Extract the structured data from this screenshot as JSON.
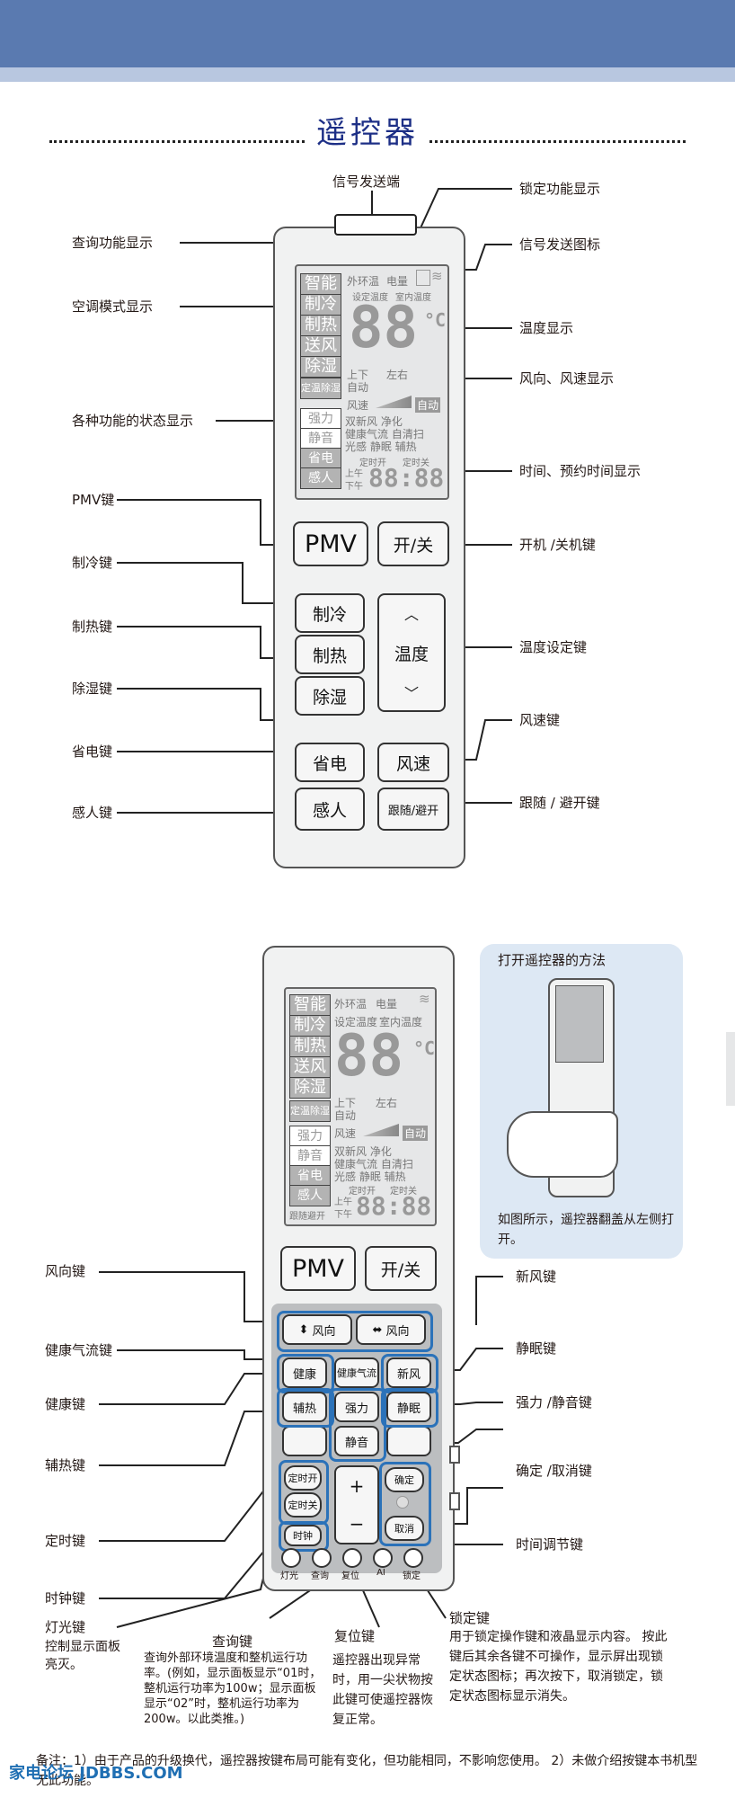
{
  "title": "遥控器",
  "top_diagram": {
    "labels": {
      "signal_end": "信号发送端",
      "lock_display": "锁定功能显示",
      "query_display": "查询功能显示",
      "signal_icon": "信号发送图标",
      "ac_mode_display": "空调模式显示",
      "temp_display": "温度显示",
      "wind_display": "风向、风速显示",
      "status_display": "各种功能的状态显示",
      "time_display": "时间、预约时间显示",
      "pmv_key": "PMV键",
      "power_key": "开机 /关机键",
      "cool_key": "制冷键",
      "heat_key": "制热键",
      "temp_key": "温度设定键",
      "dehumid_key": "除湿键",
      "speed_key": "风速键",
      "save_key": "省电键",
      "sense_key": "感人键",
      "follow_key": "跟随 / 避开键"
    },
    "buttons": {
      "pmv": "PMV",
      "power": "开/关",
      "cool": "制冷",
      "heat": "制热",
      "dehumid": "除湿",
      "temp": "温度",
      "save": "省电",
      "speed": "风速",
      "sense": "感人",
      "follow": "跟随/避开"
    }
  },
  "lcd": {
    "modes": [
      "智能",
      "制冷",
      "制热",
      "送风",
      "除湿"
    ],
    "warm_dehumid": "定温除湿",
    "status": [
      "强力",
      "静音",
      "省电",
      "感人"
    ],
    "follow": "跟随避开",
    "outdoor_temp": "外环温",
    "power": "电量",
    "set_temp": "设定温度",
    "indoor_temp": "室内温度",
    "digits": "88",
    "unit": "°C",
    "updown": "上下",
    "leftright": "左右",
    "auto": "自动",
    "wind_speed": "风速",
    "functions": "双新风 净化",
    "functions2": "健康气流 自清扫",
    "functions3": "光感 静眠 辅热",
    "timer_on": "定时开",
    "timer_off": "定时关",
    "am": "上午",
    "pm": "下午",
    "clock": "88:88"
  },
  "bottom_diagram": {
    "method_title": "打开遥控器的方法",
    "method_text": "如图所示，遥控器翻盖从左侧打开。",
    "labels": {
      "wind_dir_key": "风向键",
      "fresh_air_key": "新风键",
      "health_flow_key": "健康气流键",
      "sleep_key": "静眠键",
      "health_key": "健康键",
      "strong_quiet_key": "强力 /静音键",
      "aux_heat_key": "辅热键",
      "confirm_cancel_key": "确定 /取消键",
      "timer_key": "定时键",
      "time_adjust_key": "时间调节键",
      "clock_key": "时钟键",
      "lock_key": "锁定键",
      "lock_desc": "用于锁定操作键和液晶显示内容。 按此键后其余各键不可操作，显示屏出现锁定状态图标；再次按下，取消锁定，锁定状态图标显示消失。",
      "light_key": "灯光键",
      "light_desc": "控制显示面板亮灭。",
      "query_key": "查询键",
      "query_desc": "查询外部环境温度和整机运行功率。(例如，显示面板显示“01时，整机运行功率为100w；显示面板显示“02”时，整机运行功率为200w。以此类推。)",
      "reset_key": "复位键",
      "reset_desc": "遥控器出现异常时，用一尖状物按此键可使遥控器恢复正常。"
    },
    "buttons": {
      "pmv": "PMV",
      "power": "开/关",
      "wind_updown": "风向",
      "wind_leftright": "风向",
      "health": "健康",
      "health_flow": "健康气流",
      "fresh": "新风",
      "aux": "辅热",
      "strong": "强力",
      "sleep": "静眠",
      "quiet": "静音",
      "timer_on": "定时开",
      "timer_off": "定时关",
      "clock": "时钟",
      "plus": "+",
      "minus": "−",
      "confirm": "确定",
      "cancel": "取消",
      "light": "灯光",
      "query": "查询",
      "reset": "复位",
      "lock": "锁定",
      "ai": "AI"
    }
  },
  "note": "备注：1）由于产品的升级换代，遥控器按键布局可能有变化，但功能相同，不影响您使用。 2）未做介绍按键本书机型无此功能。",
  "watermark": "家电论坛 JDBBS.COM"
}
